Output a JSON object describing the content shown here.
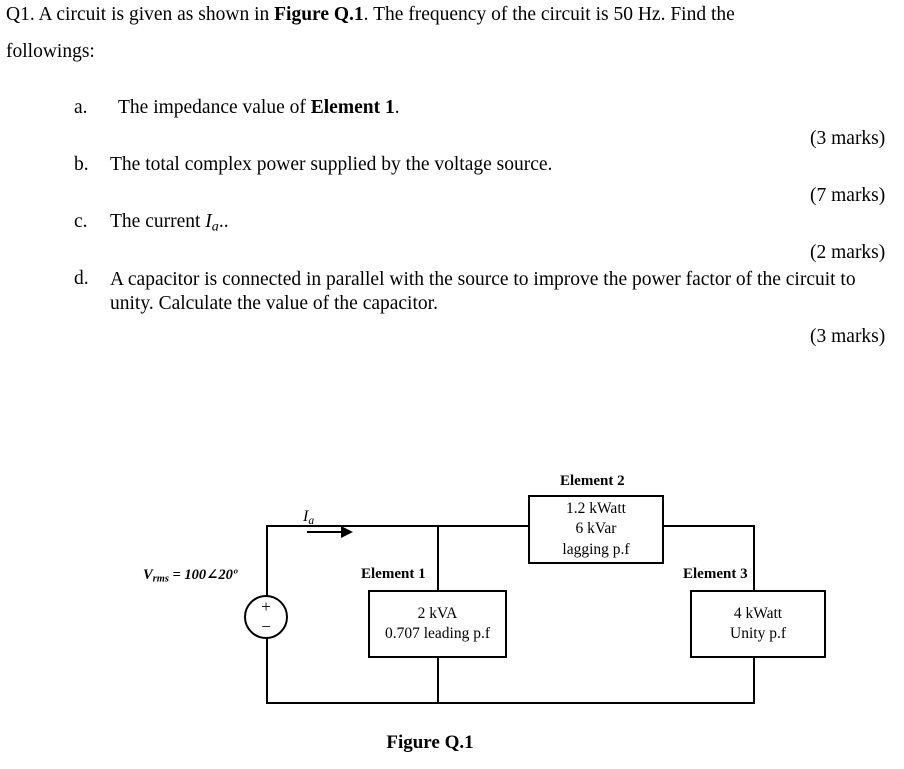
{
  "question": {
    "intro_line_1_pre": "Q1.  A circuit is given as shown in ",
    "intro_line_1_bold": "Figure Q.1",
    "intro_line_1_post": ".  The frequency of the circuit is 50 Hz.  Find the",
    "intro_line_2": "followings:",
    "items": [
      {
        "marker": "a.",
        "text_pre": "The impedance value of ",
        "text_bold": "Element 1",
        "text_post": ".",
        "marks": "(3 marks)"
      },
      {
        "marker": "b.",
        "text_pre": "The total complex power supplied by the voltage source.",
        "text_bold": "",
        "text_post": "",
        "marks": "(7 marks)"
      },
      {
        "marker": "c.",
        "text_pre": "The current ",
        "text_italic": "I",
        "text_italic_sub": "a",
        "text_post": "..",
        "marks": "(2 marks)"
      },
      {
        "marker": "d.",
        "text_pre": "A capacitor is connected in parallel with the source to improve the power factor of the circuit to unity. Calculate the value of the capacitor.",
        "text_bold": "",
        "text_post": "",
        "marks": "(3 marks)"
      }
    ]
  },
  "figure": {
    "caption": "Figure Q.1",
    "source": {
      "label_v": "V",
      "label_sub": "rms",
      "label_value": " = 100∠20º",
      "plus": "+",
      "minus": "−"
    },
    "current": {
      "symbol": "I",
      "subscript": "a"
    },
    "elements": [
      {
        "title": "Element 1",
        "lines": [
          "2 kVA",
          "0.707 leading p.f"
        ]
      },
      {
        "title": "Element 2",
        "lines": [
          "1.2 kWatt",
          "6 kVar",
          "lagging p.f"
        ]
      },
      {
        "title": "Element 3",
        "lines": [
          "4 kWatt",
          "Unity p.f"
        ]
      }
    ]
  },
  "colors": {
    "ink": "#000000",
    "page": "#ffffff"
  }
}
